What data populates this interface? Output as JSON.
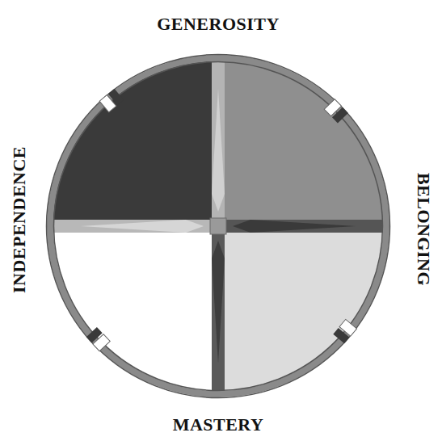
{
  "diagram": {
    "labels": [
      "GENEROSITY",
      "BELONGING",
      "MASTERY",
      "INDEPENDENCE"
    ]
  }
}
